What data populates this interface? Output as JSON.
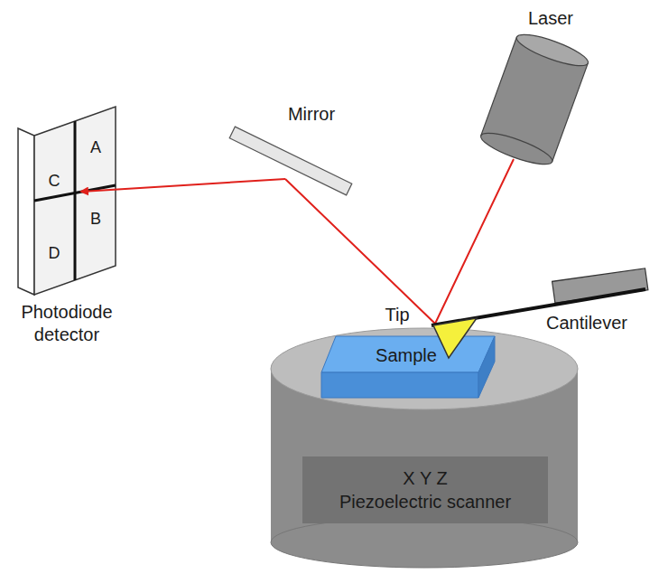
{
  "diagram": {
    "nodes": [
      {
        "text": [
          "Sample"
        ]
      },
      {
        "text": [
          "X Y Z",
          "Piezoelectric scanner"
        ]
      }
    ],
    "labels": [
      "Laser",
      "Mirror",
      "Photodiode detector",
      "Tip",
      "Cantilever",
      "A",
      "B",
      "C",
      "D"
    ]
  }
}
